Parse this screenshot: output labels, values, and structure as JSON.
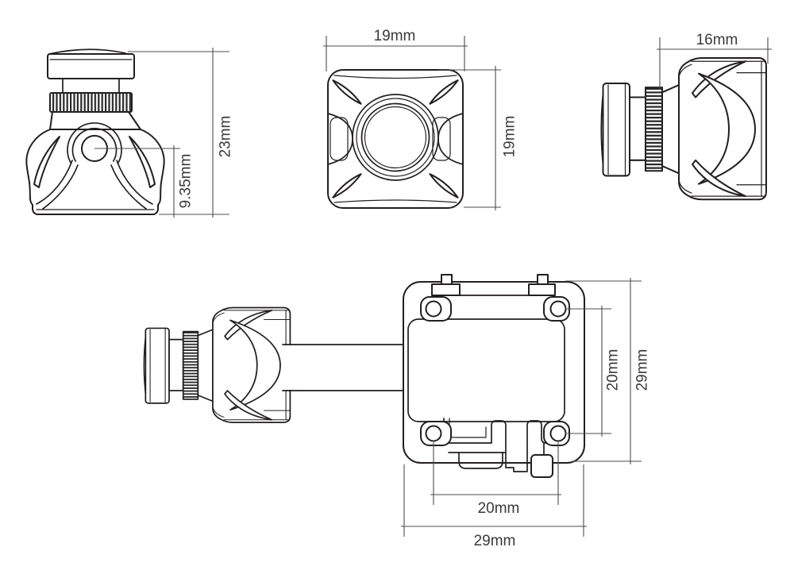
{
  "document": {
    "kind": "multi-view dimensional line drawing",
    "subject": "mini FPV board camera with lens and mounting bracket",
    "background": "#ffffff"
  },
  "colors": {
    "outline": "#231f20",
    "dimension_line": "#4d4d4d",
    "label_text": "#3a3a3a"
  },
  "views": {
    "front": {
      "name": "front elevation (lens up)",
      "dimensions": {
        "height": {
          "label": "23mm",
          "orientation": "vertical"
        },
        "lens_center": {
          "label": "9.35mm",
          "orientation": "vertical"
        }
      }
    },
    "rear": {
      "name": "rear face (square body)",
      "dimensions": {
        "width": {
          "label": "19mm",
          "orientation": "horizontal"
        },
        "height": {
          "label": "19mm",
          "orientation": "vertical"
        }
      }
    },
    "side": {
      "name": "side elevation (lens left)",
      "dimensions": {
        "depth": {
          "label": "16mm",
          "orientation": "horizontal"
        }
      }
    },
    "bottom": {
      "name": "camera with mounting bracket",
      "dimensions": {
        "hole_spacing_vertical": {
          "label": "20mm",
          "orientation": "vertical"
        },
        "bracket_height": {
          "label": "29mm",
          "orientation": "vertical"
        },
        "hole_spacing_horizontal": {
          "label": "20mm",
          "orientation": "horizontal"
        },
        "bracket_width": {
          "label": "29mm",
          "orientation": "horizontal"
        }
      }
    }
  }
}
